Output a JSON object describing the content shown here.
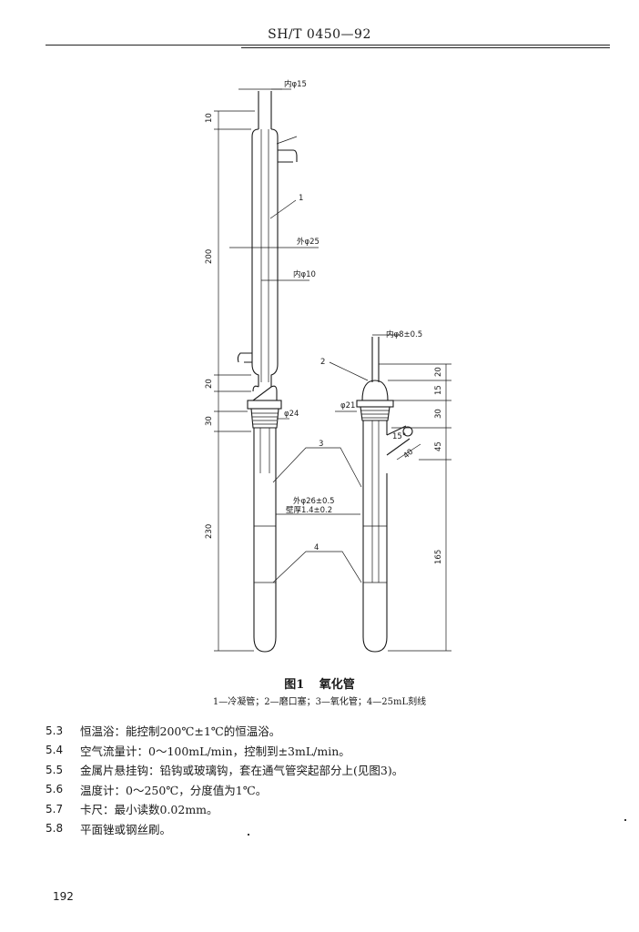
{
  "header": {
    "code": "SH/T 0450—92"
  },
  "figure": {
    "title_label": "图1",
    "title_text": "氧化管",
    "legend": "1—冷凝管；2—磨口塞；3—氧化管；4—25mL刻线",
    "labels": {
      "d15": "内φ15",
      "d25": "外φ25",
      "d10": "内φ10",
      "d24": "φ24",
      "d8": "内φ8±0.5",
      "d21": "φ21",
      "d26": "外φ26±0.5",
      "wall": "壁厚1.4±0.2",
      "angle": "15°",
      "part1": "1",
      "part2": "2",
      "part3": "3",
      "part4": "4"
    },
    "dims": {
      "c10": "10",
      "c200": "200",
      "c20": "20",
      "c30": "30",
      "c230": "230",
      "r20": "20",
      "r15": "15",
      "r30": "30",
      "r45": "45",
      "r165": "165",
      "r40": "40"
    }
  },
  "items": [
    {
      "num": "5.3",
      "text": "恒温浴：能控制200℃±1℃的恒温浴。"
    },
    {
      "num": "5.4",
      "text": "空气流量计：0～100mL/min，控制到±3mL/min。"
    },
    {
      "num": "5.5",
      "text": "金属片悬挂钩：铅钩或玻璃钩，套在通气管突起部分上(见图3)。"
    },
    {
      "num": "5.6",
      "text": "温度计：0～250℃，分度值为1℃。"
    },
    {
      "num": "5.7",
      "text": "卡尺：最小读数0.02mm。"
    },
    {
      "num": "5.8",
      "text": "平面锉或钢丝刷。"
    }
  ],
  "footer": {
    "page": "192"
  }
}
